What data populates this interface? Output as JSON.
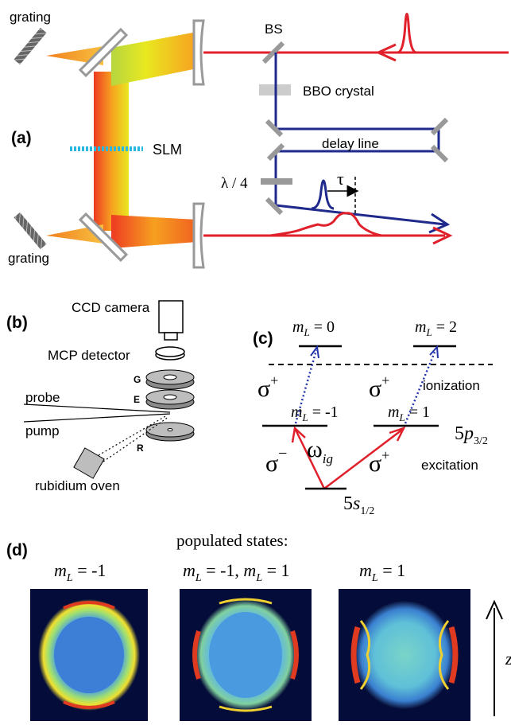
{
  "panel_a": {
    "label": "(a)",
    "grating_top": "grating",
    "grating_bottom": "grating",
    "bs": "BS",
    "bbo": "BBO crystal",
    "slm": "SLM",
    "delay": "delay line",
    "waveplate": "λ / 4",
    "tau": "τ"
  },
  "panel_b": {
    "label": "(b)",
    "camera": "CCD camera",
    "mcp": "MCP detector",
    "g": "G",
    "e": "E",
    "r": "R",
    "probe": "probe",
    "pump": "pump",
    "oven": "rubidium oven"
  },
  "panel_c": {
    "label": "(c)",
    "mL0": "m",
    "mL0_sub": "L",
    "mL0_val": " = 0",
    "mL2": "m",
    "mL2_sub": "L",
    "mL2_val": " = 2",
    "mLm1": "m",
    "mLm1_sub": "L",
    "mLm1_val": " = -1",
    "mL1": "m",
    "mL1_sub": "L",
    "mL1_val": " = 1",
    "sigma_plus_ion_left": "σ",
    "sigma_plus_ion_left_sup": "+",
    "sigma_plus_ion_right": "σ",
    "sigma_plus_ion_right_sup": "+",
    "ionization": "ionization",
    "p_state": "5",
    "p_state_p": "p",
    "p_state_sub": "3/2",
    "s_state": "5",
    "s_state_s": "s",
    "s_state_sub": "1/2",
    "sigma_minus_exc": "σ",
    "sigma_minus_exc_sup": "−",
    "sigma_plus_exc": "σ",
    "sigma_plus_exc_sup": "+",
    "omega": "ω",
    "omega_sub": "ig",
    "excitation": "excitation"
  },
  "panel_d": {
    "label": "(d)",
    "populated": "populated states:",
    "img1_m": "m",
    "img1_sub": "L",
    "img1_val": " = -1",
    "img2_m1": "m",
    "img2_sub1": "L",
    "img2_val1": " = -1, ",
    "img2_m2": "m",
    "img2_sub2": "L",
    "img2_val2": " = 1",
    "img3_m": "m",
    "img3_sub": "L",
    "img3_val": " = 1",
    "axis": "z"
  },
  "colors": {
    "laser_red": "#e0202a",
    "beam_blue": "#1f2a8c",
    "mirror_gray": "#9a9a9a",
    "slm_cyan": "#29b8e0",
    "dotted_blue": "#2233aa"
  }
}
